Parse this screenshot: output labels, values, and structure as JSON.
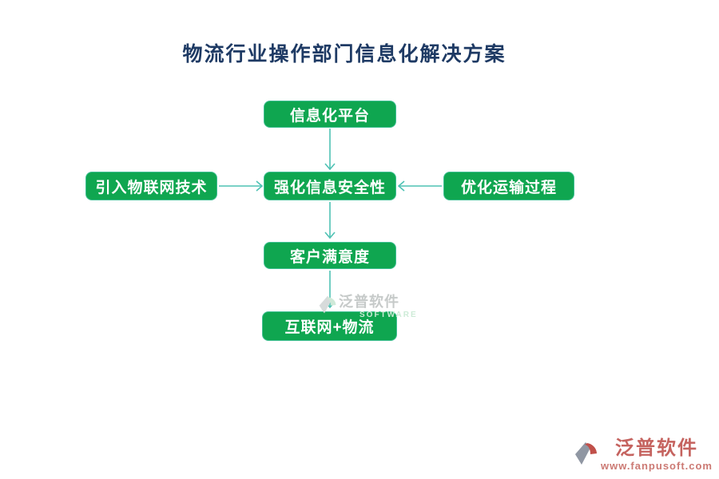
{
  "title": {
    "text": "物流行业操作部门信息化解决方案",
    "color": "#1e3a64"
  },
  "diagram": {
    "nodes": [
      {
        "id": "info-platform",
        "label": "信息化平台"
      },
      {
        "id": "iot-tech",
        "label": "引入物联网技术"
      },
      {
        "id": "info-security",
        "label": "强化信息安全性"
      },
      {
        "id": "transport-optimize",
        "label": "优化运输过程"
      },
      {
        "id": "customer-satisfaction",
        "label": "客户满意度"
      },
      {
        "id": "internet-logistics",
        "label": "互联网+物流"
      }
    ],
    "edges": [
      {
        "from": "信息化平台",
        "to": "强化信息安全性",
        "direction": "down"
      },
      {
        "from": "引入物联网技术",
        "to": "强化信息安全性",
        "direction": "right"
      },
      {
        "from": "优化运输过程",
        "to": "强化信息安全性",
        "direction": "left"
      },
      {
        "from": "强化信息安全性",
        "to": "客户满意度",
        "direction": "down"
      },
      {
        "from": "客户满意度",
        "to": "互联网+物流",
        "direction": "down"
      }
    ],
    "colors": {
      "node_fill": "#0fa650",
      "node_border": "#3fbf92",
      "node_text": "#ffffff",
      "arrow": "#4fc2b4"
    }
  },
  "watermark": {
    "text_cn": "泛普软件",
    "text_en": "SOFTWARE"
  },
  "brand": {
    "name": "泛普软件",
    "website": "www.fanpusoft.com",
    "color": "#c5635f"
  }
}
